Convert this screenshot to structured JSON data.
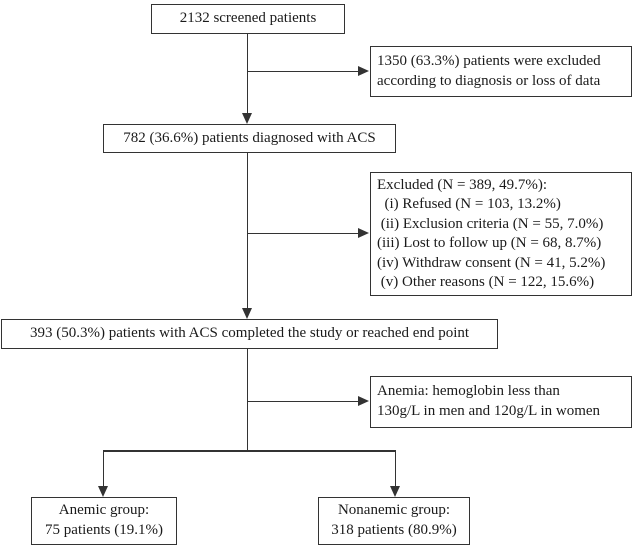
{
  "colors": {
    "line": "#333333",
    "box_border": "#333333",
    "text": "#1a1a1a",
    "background": "#ffffff"
  },
  "flowchart": {
    "screened": {
      "text": "2132 screened patients"
    },
    "excluded_initial": {
      "line1": "1350 (63.3%) patients were excluded",
      "line2": "according to diagnosis or loss of data"
    },
    "diagnosed": {
      "text": "782 (36.6%) patients diagnosed with ACS"
    },
    "excluded_detail": {
      "title": "Excluded (N = 389, 49.7%):",
      "items": [
        "  (i) Refused (N = 103, 13.2%)",
        " (ii) Exclusion criteria (N = 55, 7.0%)",
        "(iii) Lost to follow up (N = 68, 8.7%)",
        "(iv) Withdraw consent (N = 41, 5.2%)",
        " (v) Other reasons (N = 122, 15.6%)"
      ]
    },
    "completed": {
      "text": "393 (50.3%) patients with ACS completed the study or reached end point"
    },
    "anemia_criteria": {
      "line1": "Anemia: hemoglobin less than",
      "line2": "130g/L in men and 120g/L in women"
    },
    "anemic_group": {
      "line1": "Anemic group:",
      "line2": "75 patients (19.1%)"
    },
    "nonanemic_group": {
      "line1": "Nonanemic group:",
      "line2": "318 patients (80.9%)"
    }
  }
}
